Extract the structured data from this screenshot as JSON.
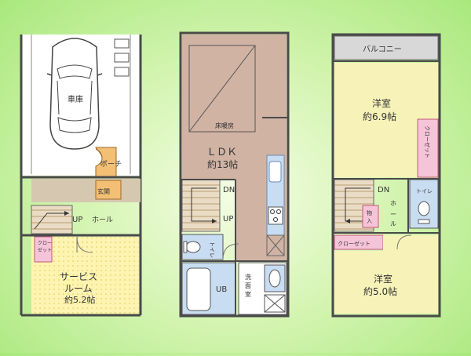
{
  "floor1": {
    "garage": "車庫",
    "porch": "ポーチ",
    "entrance": "玄関",
    "stairs_up": "UP",
    "hall": "ホール",
    "closet": "クロー\nゼット",
    "service_room_line1": "サービス",
    "service_room_line2": "ルーム",
    "service_room_size": "約5.2帖"
  },
  "floor2": {
    "floor_heating": "床暖房",
    "ldk": "ＬＤＫ",
    "ldk_size": "約13帖",
    "stairs_down": "DN",
    "stairs_up": "UP",
    "toilet": "トイレ",
    "bath": "UB",
    "washroom": "洗面室"
  },
  "floor3": {
    "balcony": "バルコニー",
    "western_room_a": "洋室",
    "western_room_a_size": "約6.9帖",
    "closet_a": "クローゼット",
    "stairs_down": "DN",
    "hall": "ホール",
    "toilet": "トイレ",
    "storage": "物入",
    "closet_b": "クローゼット",
    "western_room_b": "洋室",
    "western_room_b_size": "約5.0帖"
  },
  "colors": {
    "wall": "#4a4a4a",
    "ldk_floor": "#d1b3a4",
    "western_room": "#f7f3b8",
    "service_room": "#fdf4b2",
    "closet_pink": "#f6c4d8",
    "wet_area_blue": "#c9ddf2",
    "stairs_tan": "#e6d4b8",
    "balcony_grey": "#d8d8d8",
    "porch_orange": "#f2bf74"
  }
}
